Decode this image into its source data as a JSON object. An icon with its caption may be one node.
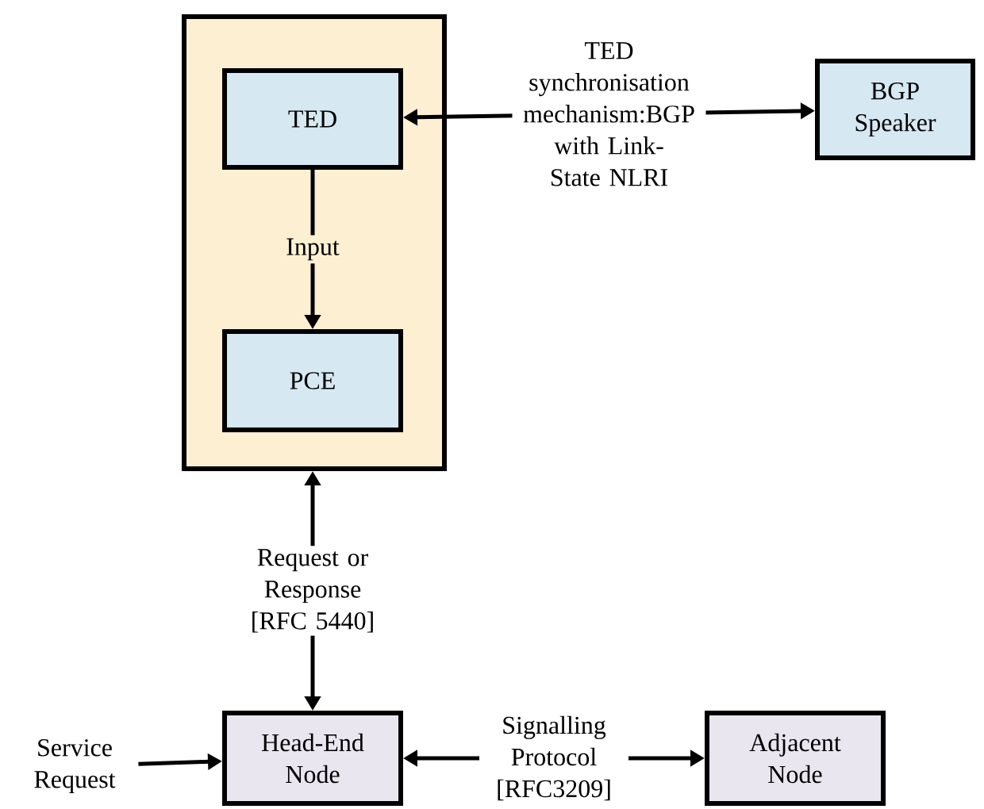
{
  "diagram": {
    "nodes": [
      {
        "text": [],
        "shape": "box"
      },
      {
        "text": [
          "TED"
        ],
        "in": 0
      },
      {
        "text": [
          "PCE"
        ],
        "in": 0
      },
      {
        "text": [
          "BGP Speaker"
        ]
      },
      {
        "text": [
          "Head-End Node"
        ]
      },
      {
        "text": [
          "Adjacent Node"
        ]
      },
      {
        "text": [
          "Service Request"
        ]
      }
    ],
    "edges": [
      {
        "from": 1,
        "to": 2,
        "arrow": "to",
        "label": "Input"
      },
      {
        "from": 1,
        "to": 3,
        "arrow": "both",
        "label": "TED synchronisation mechanism:BGP with Link-State NLRI"
      },
      {
        "from": 4,
        "to": 0,
        "arrow": "both",
        "label": "Request or Response [RFC 5440]"
      },
      {
        "from": 6,
        "to": 4,
        "arrow": "to"
      },
      {
        "from": 4,
        "to": 5,
        "arrow": "both",
        "label": "Signalling Protocol [RFC3209]"
      }
    ]
  }
}
